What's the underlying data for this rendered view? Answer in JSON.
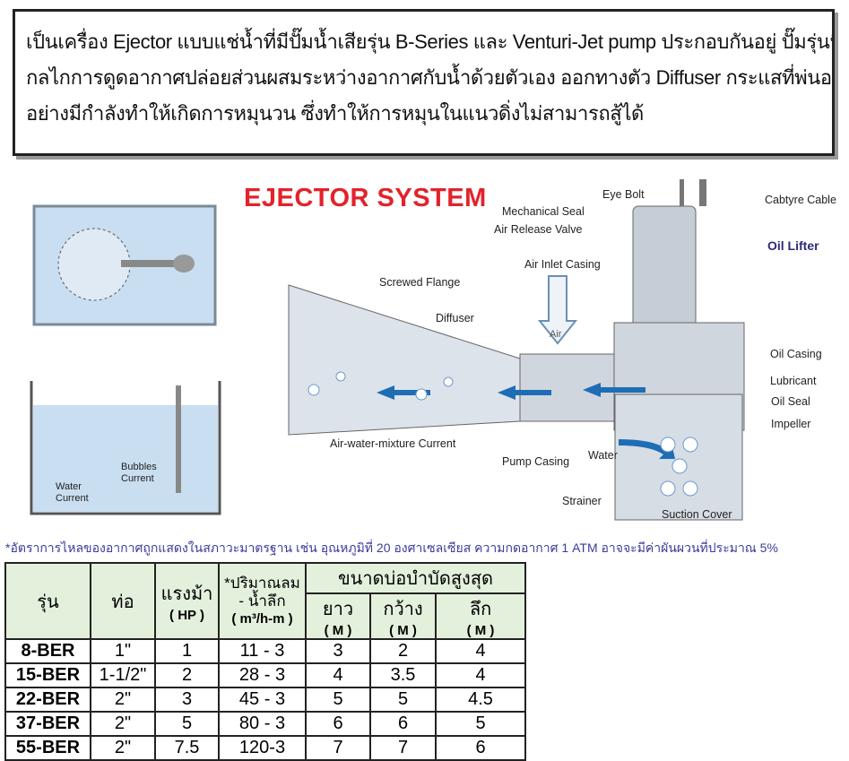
{
  "intro": {
    "lines": [
      "เป็นเครื่อง Ejector แบบแช่น้ำที่มีปั๊มน้ำเสียรุ่น B-Series และ Venturi-Jet pump ประกอบกันอยู่ ปั๊มรุ่นนี้มี",
      "กลไกการดูดอากาศปล่อยส่วนผสมระหว่างอากาศกับน้ำด้วยตัวเอง ออกทางตัว Diffuser กระแสที่พ่นออกมา",
      "อย่างมีกำลังทำให้เกิดการหมุนวน ซึ่งทำให้การหมุนในแนวดิ่งไม่สามารถสู้ได้"
    ]
  },
  "diagram": {
    "title": "EJECTOR SYSTEM",
    "title_color": "#e3222b",
    "labels": {
      "eye_bolt": "Eye Bolt",
      "cabtyre_cable": "Cabtyre Cable",
      "mechanical_seal": "Mechanical Seal",
      "air_release_valve": "Air Release Valve",
      "oil_lifter": "Oil Lifter",
      "air_inlet_casing": "Air Inlet Casing",
      "screwed_flange": "Screwed Flange",
      "diffuser": "Diffuser",
      "air": "Air",
      "oil_casing": "Oil Casing",
      "lubricant": "Lubricant",
      "oil_seal": "Oil Seal",
      "impeller": "Impeller",
      "mixture_current": "Air-water-mixture Current",
      "pump_casing": "Pump Casing",
      "water": "Water",
      "strainer": "Strainer",
      "suction_cover": "Suction Cover"
    },
    "tank_labels": {
      "bubbles": "Bubbles",
      "current": "Current",
      "water": "Water",
      "current2": "Current"
    }
  },
  "note": "*อัตราการไหลของอากาศถูกแสดงในสภาวะมาตรฐาน เช่น อุณหภูมิที่ 20 องศาเซลเซียส ความกดอากาศ 1 ATM อาจจะมีค่าผันผวนที่ประมาณ 5%",
  "table": {
    "headers": {
      "model": "รุ่น",
      "pipe": "ท่อ",
      "hp": "แรงม้า",
      "hp_unit": "( HP )",
      "air": "*ปริมาณลม",
      "air2": "- น้ำลึก",
      "air_unit": "( m³/h-m )",
      "tank": "ขนาดบ่อบำบัดสูงสุด",
      "length": "ยาว",
      "width": "กว้าง",
      "depth": "ลึก",
      "m": "( M )"
    },
    "rows": [
      [
        "8-BER",
        "1\"",
        "1",
        "11 - 3",
        "3",
        "2",
        "4"
      ],
      [
        "15-BER",
        "1-1/2\"",
        "2",
        "28 - 3",
        "4",
        "3.5",
        "4"
      ],
      [
        "22-BER",
        "2\"",
        "3",
        "45 - 3",
        "5",
        "5",
        "4.5"
      ],
      [
        "37-BER",
        "2\"",
        "5",
        "80 - 3",
        "6",
        "6",
        "5"
      ],
      [
        "55-BER",
        "2\"",
        "7.5",
        "120-3",
        "7",
        "7",
        "6"
      ]
    ]
  }
}
